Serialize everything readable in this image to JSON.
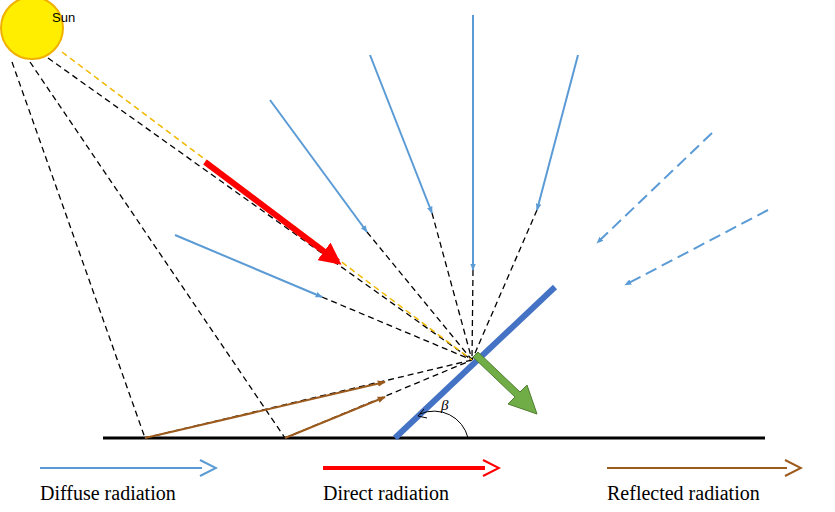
{
  "diagram": {
    "nodes": [
      {
        "text": [
          "Sun"
        ]
      }
    ],
    "labels": [
      "β"
    ],
    "legend": [
      {
        "text": "Diffuse radiation"
      },
      {
        "text": "Direct radiation"
      },
      {
        "text": "Reflected radiation"
      }
    ]
  }
}
